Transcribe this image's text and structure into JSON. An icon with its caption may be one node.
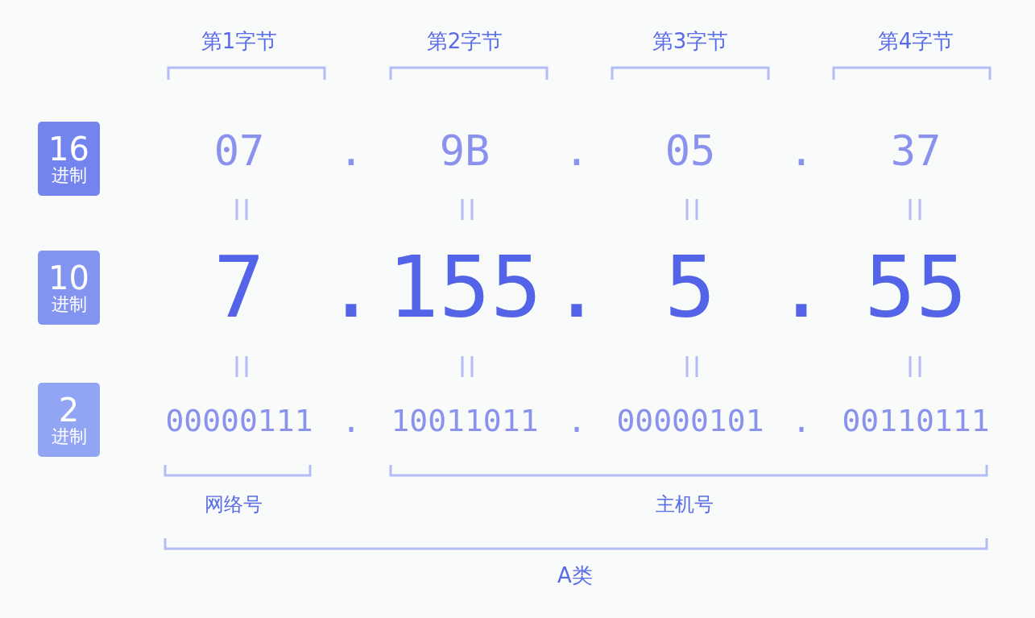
{
  "diagram": {
    "nodes": [
      {
        "text": [
          "16",
          "进制"
        ]
      },
      {
        "text": [
          "10",
          "进制"
        ]
      },
      {
        "text": [
          "2",
          "进制"
        ]
      }
    ],
    "labels": [
      "第1字节",
      "第2字节",
      "第3字节",
      "第4字节",
      "07",
      ".",
      "9B",
      ".",
      "05",
      ".",
      "37",
      "7",
      ".",
      "155",
      ".",
      "5",
      ".",
      "55",
      "00000111",
      ".",
      "10011011",
      ".",
      "00000101",
      ".",
      "00110111",
      "网络号",
      "主机号",
      "A类"
    ]
  }
}
